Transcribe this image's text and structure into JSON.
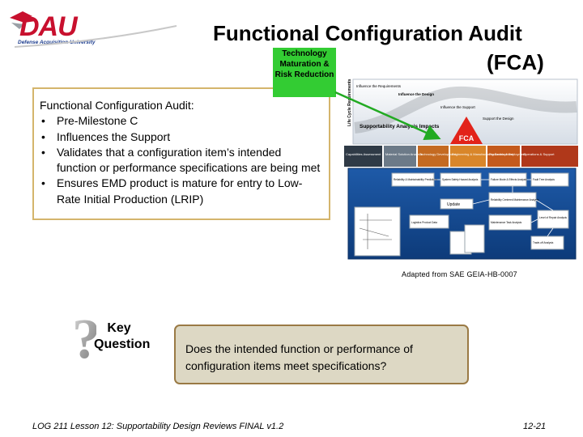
{
  "logo": {
    "letters": "DAU",
    "tagline": "Defense Acquisition University"
  },
  "title": {
    "line1": "Functional Configuration Audit",
    "line2": "(FCA)"
  },
  "callout": {
    "label": "Technology Maturation & Risk Reduction"
  },
  "fca": {
    "heading": "Functional Configuration Audit:",
    "bullets": [
      "Pre-Milestone C",
      "Influences the Support",
      "Validates that a configuration item’s intended function or performance specifications are being met",
      "Ensures EMD product is mature for entry to Low-Rate Initial Production (LRIP)"
    ]
  },
  "diagram": {
    "side_label": "Life Cycle Requirements",
    "influence": [
      "Influence the Requirements",
      "Influence the Design",
      "Influence the Support",
      "Support the Design"
    ],
    "banner": "Supportability Analysis Impacts",
    "badge": "FCA",
    "phases": [
      "Capabilities Assessment",
      "Material Solution Analysis",
      "Technology Development",
      "Engineering & Manufacturing Development",
      "Production & Deployment",
      "Operations & Support"
    ],
    "analyses": [
      "Reliability & Maintainability Predictions",
      "System Safety Hazard Analysis",
      "Failure Mode & Effects Analysis",
      "Fault Tree Analysis",
      "Reliability Centered Maintenance Analysis",
      "Level of Repair Analysis",
      "Maintenance Task Analysis",
      "Trade-off Analysis",
      "Update",
      "Logistics Product Data"
    ],
    "caption": "Adapted from SAE GEIA-HB-0007"
  },
  "key_question": {
    "label": "Key Question",
    "question": "Does the intended function or performance of configuration items meet specifications?"
  },
  "footer": {
    "left": "LOG 211 Lesson 12: Supportability Design Reviews  FINAL v1.2",
    "right": "12-21"
  },
  "colors": {
    "brand_red": "#c8102e",
    "callout_green": "#33cc33",
    "arrow_green": "#22aa22",
    "box_border": "#d4b56c",
    "question_fill": "#ddd8c4",
    "question_border": "#9a7a45"
  }
}
